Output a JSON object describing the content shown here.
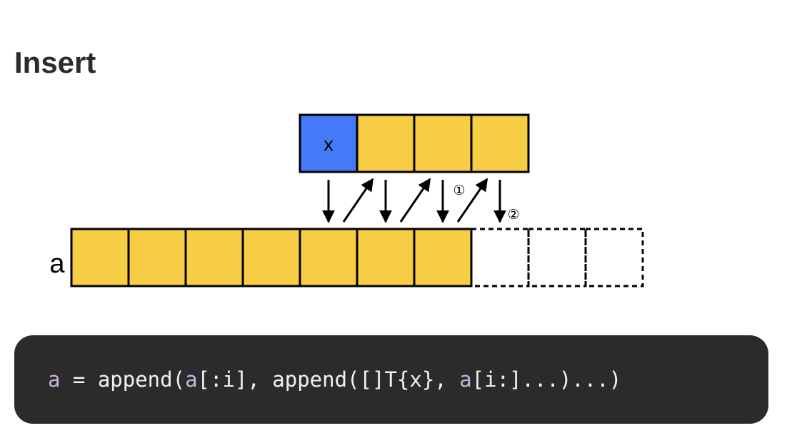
{
  "title": "Insert",
  "diagram": {
    "new_element_label": "x",
    "array_label": "a",
    "step_1_label": "①",
    "step_2_label": "②",
    "colors": {
      "inserted_cell": "#4479f7",
      "filled_cell": "#f7cd45",
      "border": "#000000"
    }
  },
  "code": {
    "tokens": [
      {
        "text": "a",
        "kind": "var"
      },
      {
        "text": " = append(",
        "kind": "plain"
      },
      {
        "text": "a",
        "kind": "var"
      },
      {
        "text": "[:i], append([]T{x}, ",
        "kind": "plain"
      },
      {
        "text": "a",
        "kind": "var"
      },
      {
        "text": "[i:]...)...)",
        "kind": "plain"
      }
    ]
  }
}
